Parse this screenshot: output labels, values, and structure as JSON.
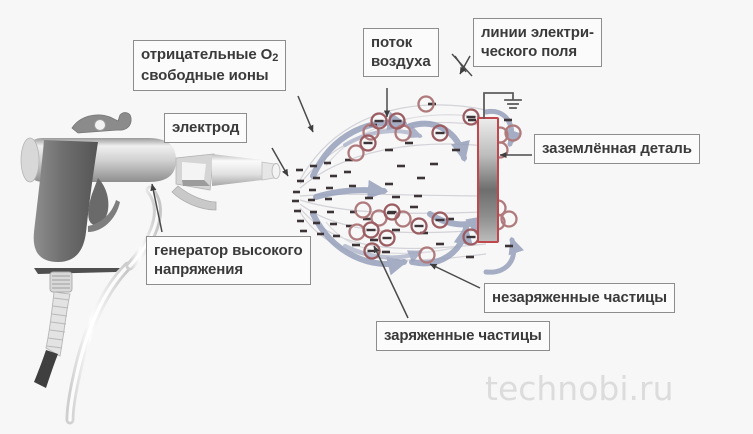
{
  "diagram": {
    "title": "Electrostatic powder spray gun diagram",
    "background_color": "#f7f7f7",
    "labels": {
      "negative_ions_line1": "отрицательные O",
      "negative_ions_sub": "2",
      "negative_ions_line2": "свободные ионы",
      "electrode": "электрод",
      "airflow_line1": "поток",
      "airflow_line2": "воздуха",
      "field_lines_line1": "линии электри-",
      "field_lines_line2": "ческого поля",
      "grounded_part": "заземлённая деталь",
      "generator_line1": "генератор высокого",
      "generator_line2": "напряжения",
      "uncharged_particles": "незаряженные частицы",
      "charged_particles": "заряженные частицы"
    },
    "watermark": "technobi.ru",
    "colors": {
      "label_text": "#3a3a3a",
      "label_border": "#8d8d8d",
      "label_fill": "#fbfbfb",
      "particle_outline": "#b07a7d",
      "charge_sign": "#4a3a3c",
      "airflow_arrow": "#9aa3bd",
      "field_line": "#cfcfd4",
      "workpiece_border": "#c0474b",
      "workpiece_gradient_top": "#e9e9e9",
      "workpiece_gradient_mid": "#7b7b7b",
      "leader_line": "#4a4a4a",
      "watermark": "#dcdcdc"
    },
    "elements": {
      "spray_gun": "grayscale photo of electrostatic spray gun with trigger, barrel, nozzle, corrugated hose and white air tube",
      "workpiece": "vertical grounded panel with red outline and gray gradient fill",
      "ground_symbol": "earth ground symbol connected to top of workpiece",
      "free_ions": "small dark minus signs emitted from the electrode tip",
      "charged_particle": "rose circle containing a minus sign",
      "uncharged_particle": "empty rose circle",
      "airflow_arrows": "blue-gray curved arrows forming the spray cloud",
      "field_lines": "faint gray curved lines from electrode to workpiece"
    }
  }
}
